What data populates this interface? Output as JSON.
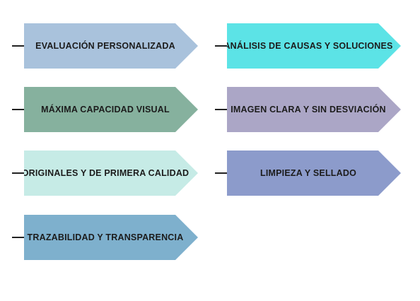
{
  "items": [
    {
      "label": "EVALUACIÓN PERSONALIZADA",
      "color": "#a9c2dc"
    },
    {
      "label": "MÁXIMA CAPACIDAD VISUAL",
      "color": "#86b19e"
    },
    {
      "label": "ORIGINALES Y DE PRIMERA CALIDAD",
      "color": "#c6ebe6"
    },
    {
      "label": "TRAZABILIDAD Y TRANSPARENCIA",
      "color": "#7eb0cd"
    },
    {
      "label": "ANÁLISIS DE CAUSAS Y SOLUCIONES",
      "color": "#5ce3e6"
    },
    {
      "label": "IMAGEN CLARA Y SIN DESVIACIÓN",
      "color": "#aba6c6"
    },
    {
      "label": "LIMPIEZA Y SELLADO",
      "color": "#8c9bcb"
    }
  ]
}
